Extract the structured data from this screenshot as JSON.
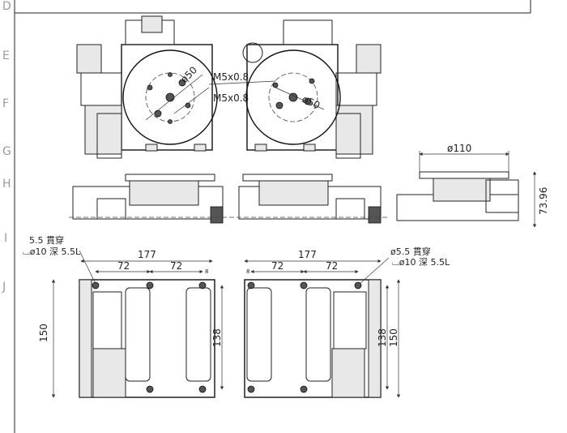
{
  "zone_labels": [
    "D",
    "E",
    "F",
    "G",
    "H",
    "I",
    "J"
  ],
  "top_view": {
    "thread_label_1": "M5x0.8",
    "thread_label_2": "M5x0.8",
    "pcd_left": "ø50",
    "pcd_right": "ø50"
  },
  "side_view": {
    "table_diameter": "ø110",
    "height": "73.96"
  },
  "bottom_left": {
    "hole_note_1": "5.5 貫穿",
    "hole_note_2": "⌴ø10 深 5.5L",
    "width": "177",
    "pitch_1": "72",
    "pitch_2": "72",
    "offset": "8",
    "depth": "150",
    "hole_span": "138"
  },
  "bottom_right": {
    "hole_note_1": "ø5.5 貫穿",
    "hole_note_2": "⌴ø10 深 5.5L",
    "width": "177",
    "pitch_1": "72",
    "pitch_2": "72",
    "offset": "8",
    "depth": "150",
    "hole_span": "138"
  }
}
